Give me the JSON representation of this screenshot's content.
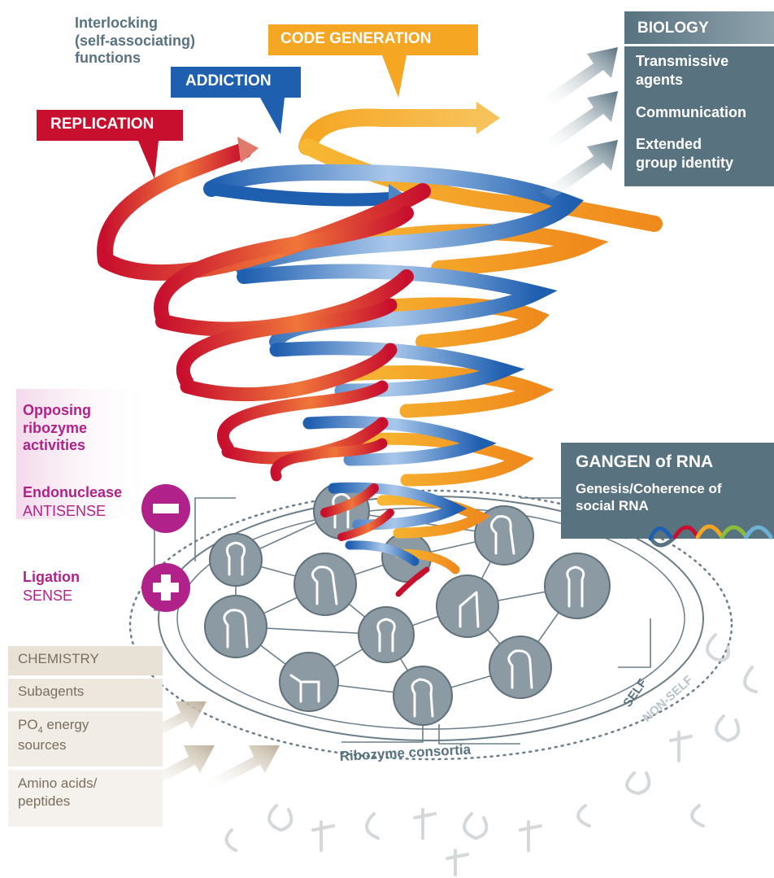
{
  "header": {
    "interlocking_lines": [
      "Interlocking",
      "(self-associating)",
      "functions"
    ]
  },
  "functions": {
    "code_generation": "CODE GENERATION",
    "addiction": "ADDICTION",
    "replication": "REPLICATION"
  },
  "biology": {
    "title": "BIOLOGY",
    "items": [
      {
        "lines": [
          "Transmissive",
          "agents"
        ]
      },
      {
        "lines": [
          "Communication"
        ]
      },
      {
        "lines": [
          "Extended",
          "group identity"
        ]
      }
    ]
  },
  "ribozyme": {
    "heading_lines": [
      "Opposing",
      "ribozyme",
      "activities"
    ],
    "endonuclease": "Endonuclease",
    "antisense": "ANTISENSE",
    "ligation": "Ligation",
    "sense": "SENSE",
    "minus_symbol": "−",
    "plus_symbol": "+"
  },
  "gangen": {
    "title": "GANGEN of RNA",
    "subtitle_lines": [
      "Genesis/Coherence of",
      "social RNA"
    ]
  },
  "chemistry": {
    "title": "CHEMISTRY",
    "subagents": "Subagents",
    "po4_prefix": "PO",
    "po4_sub": "4",
    "po4_suffix": " energy",
    "po4_line2": "sources",
    "amino_lines": [
      "Amino acids/",
      "peptides"
    ]
  },
  "labels": {
    "self": "SELF",
    "non_self": "NON-SELF",
    "consortia": "Ribozyme consortia"
  },
  "colors": {
    "replication": "#c8102e",
    "replication_light": "#f08a3a",
    "addiction": "#1f5fb0",
    "addiction_light": "#8fb5e0",
    "code_generation": "#f5a623",
    "slate": "#587280",
    "magenta": "#b0228a",
    "node": "#8c9aa3",
    "chem_bg": "#e8e1d6",
    "chem_arrow": "#bdb09a"
  }
}
